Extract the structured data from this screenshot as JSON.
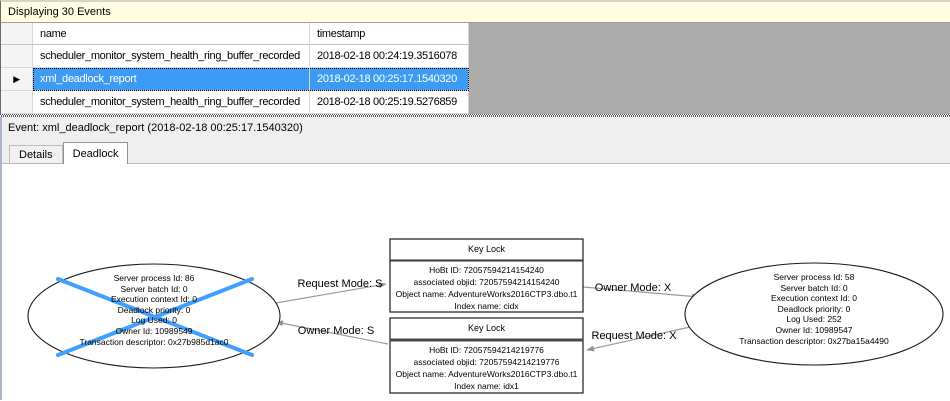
{
  "info_bar": {
    "text": "Displaying 30 Events"
  },
  "grid": {
    "columns": [
      "name",
      "timestamp"
    ],
    "rows": [
      {
        "name": "scheduler_monitor_system_health_ring_buffer_recorded",
        "timestamp": "2018-02-18 00:24:19.3516078",
        "selected": false
      },
      {
        "name": "xml_deadlock_report",
        "timestamp": "2018-02-18 00:25:17.1540320",
        "selected": true
      },
      {
        "name": "scheduler_monitor_system_health_ring_buffer_recorded",
        "timestamp": "2018-02-18 00:25:19.5276859",
        "selected": false
      }
    ]
  },
  "event_bar": {
    "text": "Event: xml_deadlock_report (2018-02-18 00:25:17.1540320)"
  },
  "tabs": [
    {
      "label": "Details",
      "active": false
    },
    {
      "label": "Deadlock",
      "active": true
    }
  ],
  "graph": {
    "victim_process": {
      "lines": [
        "Server process Id: 86",
        "Server batch Id: 0",
        "Execution context Id: 0",
        "Deadlock priority: 0",
        "Log Used: 0",
        "Owner Id: 10989549",
        "Transaction descriptor: 0x27b985d1ac0"
      ]
    },
    "surviving_process": {
      "lines": [
        "Server process Id: 58",
        "Server batch Id: 0",
        "Execution context Id: 0",
        "Deadlock priority: 0",
        "Log Used: 252",
        "Owner Id: 10989547",
        "Transaction descriptor: 0x27ba15a4490"
      ]
    },
    "top_resource": {
      "title": "Key Lock",
      "lines": [
        "HoBt ID: 72057594214154240",
        "associated objid: 72057594214154240",
        "Object name: AdventureWorks2016CTP3.dbo.t1",
        "Index name: cidx"
      ]
    },
    "bottom_resource": {
      "title": "Key Lock",
      "lines": [
        "HoBt ID: 72057594214219776",
        "associated objid: 72057594214219776",
        "Object name: AdventureWorks2016CTP3.dbo.t1",
        "Index name: idx1"
      ]
    },
    "edges": {
      "request_s": "Request Mode: S",
      "owner_s": "Owner Mode: S",
      "owner_x": "Owner Mode: X",
      "request_x": "Request Mode: X"
    }
  },
  "icons": {
    "current_row_marker": "▶"
  },
  "colors": {
    "selection_blue": "#3e9bf4",
    "victim_cross_blue": "#3fa0ff",
    "info_bar_bg": "#fffee1",
    "grid_empty_gray": "#ababab",
    "pane_gray": "#efefef",
    "arrow_gray": "#999999"
  }
}
